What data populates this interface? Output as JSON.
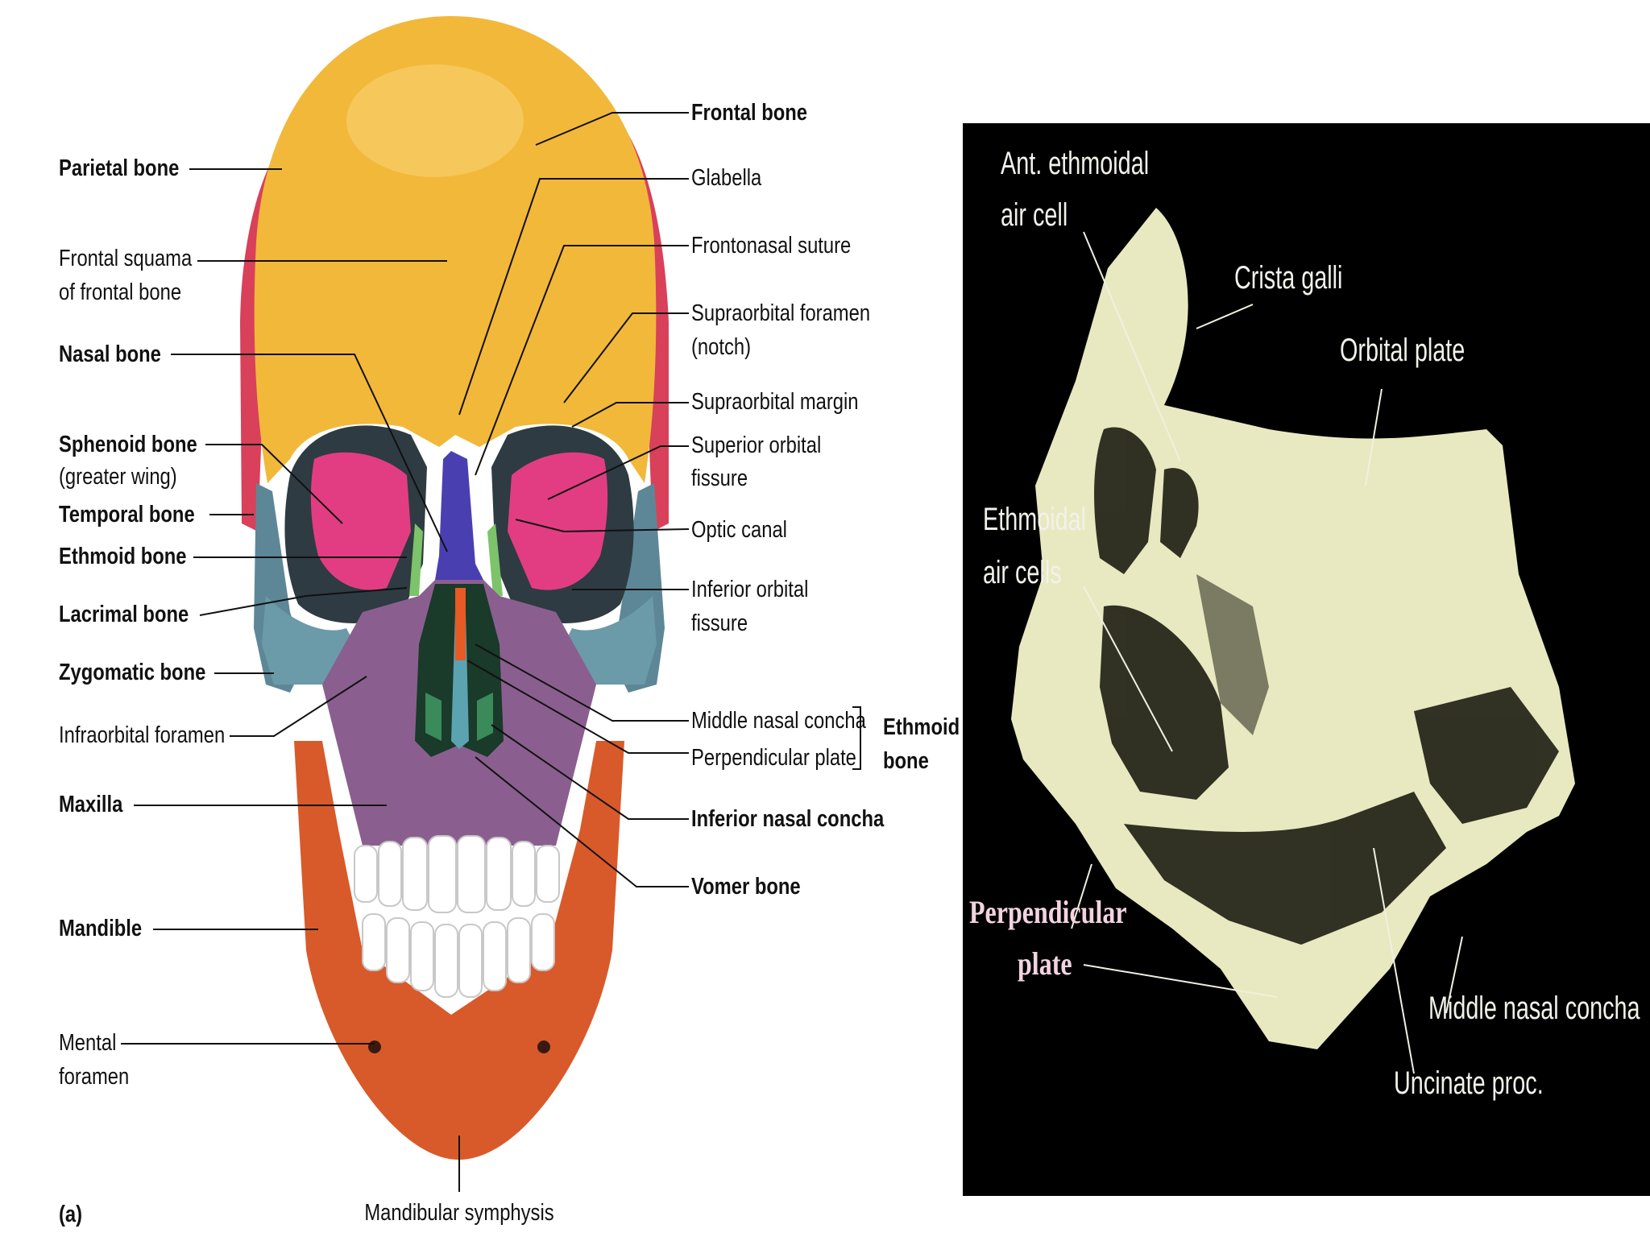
{
  "skull": {
    "left_labels": {
      "parietal_bone": "Parietal bone",
      "frontal_squama_1": "Frontal  squama",
      "frontal_squama_2": "of frontal bone",
      "nasal_bone": "Nasal bone",
      "sphenoid_bone": "Sphenoid bone",
      "sphenoid_sub": "(greater wing)",
      "temporal_bone": "Temporal bone",
      "ethmoid_bone": "Ethmoid bone",
      "lacrimal_bone": "Lacrimal bone",
      "zygomatic_bone": "Zygomatic bone",
      "infraorbital_foramen": "Infraorbital foramen",
      "maxilla": "Maxilla",
      "mandible": "Mandible",
      "mental_1": "Mental",
      "mental_2": "foramen"
    },
    "right_labels": {
      "frontal_bone": "Frontal bone",
      "glabella": "Glabella",
      "frontonasal_suture": "Frontonasal suture",
      "supraorbital_foramen_1": "Supraorbital foramen",
      "supraorbital_foramen_2": "(notch)",
      "supraorbital_margin": "Supraorbital margin",
      "superior_orbital_1": "Superior orbital",
      "superior_orbital_2": "fissure",
      "optic_canal": "Optic canal",
      "inferior_orbital_1": "Inferior orbital",
      "inferior_orbital_2": "fissure",
      "middle_nasal_concha": "Middle nasal concha",
      "perpendicular_plate": "Perpendicular plate",
      "ethmoid_group_1": "Ethmoid",
      "ethmoid_group_2": "bone",
      "inferior_nasal_concha": "Inferior nasal concha",
      "vomer_bone": "Vomer bone"
    },
    "bottom_labels": {
      "mandibular_symphysis": "Mandibular symphysis",
      "panel_letter": "(a)"
    },
    "colors": {
      "frontal": "#f2b83a",
      "parietal": "#d9405a",
      "sphenoid": "#e23d82",
      "temporal": "#5d8797",
      "zygomatic": "#6b9aa9",
      "nasal": "#4a3fb0",
      "maxilla": "#8a5f8f",
      "mandible": "#d85a2a",
      "ethmoid": "#7cc36a",
      "vomer": "#5ba3b0",
      "teeth": "#ffffff"
    }
  },
  "ethmoid_photo": {
    "labels": {
      "ant_ethmoidal_1": "Ant. ethmoidal",
      "ant_ethmoidal_2": "air cell",
      "crista_galli": "Crista galli",
      "orbital_plate": "Orbital plate",
      "ethmoidal_cells_1": "Ethmoidal",
      "ethmoidal_cells_2": "air cells",
      "perpendicular_1": "Perpendicular",
      "perpendicular_2": "plate",
      "middle_nasal_concha": "Middle nasal concha",
      "uncinate_proc": "Uncinate proc."
    },
    "colors": {
      "background": "#000000",
      "bone": "#e8e9c0",
      "label": "#f2f2ea",
      "label_accent": "#f3d3e0"
    }
  }
}
